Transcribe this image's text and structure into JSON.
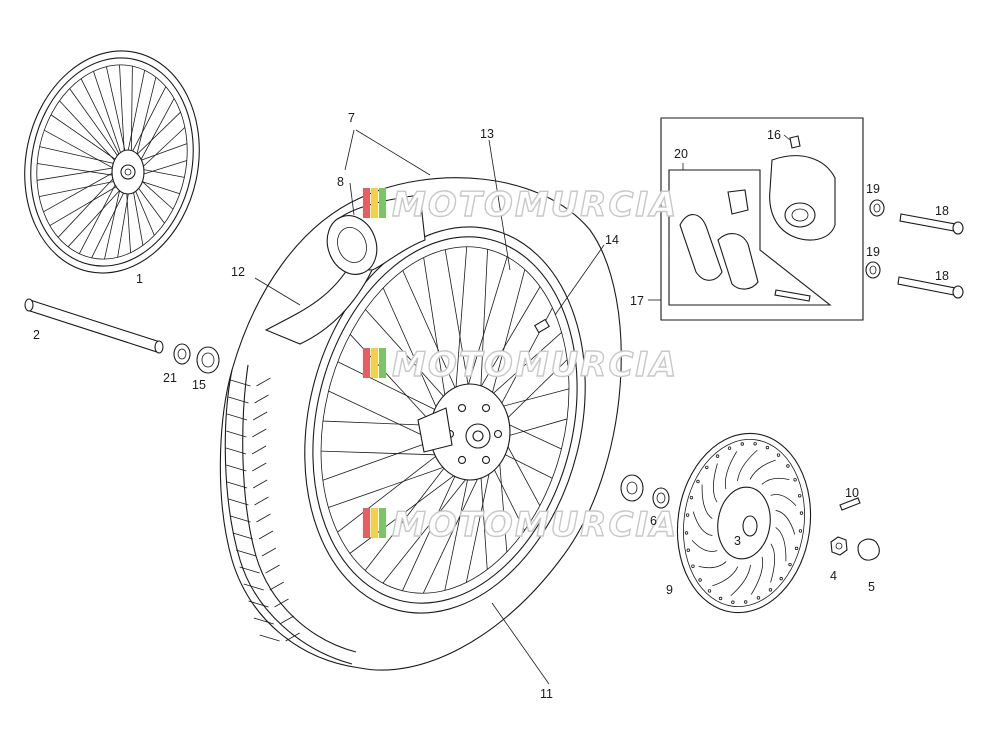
{
  "diagram": {
    "part_labels": [
      "1",
      "2",
      "3",
      "4",
      "5",
      "6",
      "7",
      "8",
      "9",
      "10",
      "11",
      "12",
      "13",
      "14",
      "15",
      "16",
      "17",
      "18",
      "18",
      "19",
      "19",
      "20",
      "21"
    ],
    "watermark": "MOTOMURCIA",
    "colors": {
      "line": "#1a1a1a",
      "background": "#ffffff",
      "watermark_outline": "#c8c8c8",
      "watermark_stripes": [
        "#e85d5d",
        "#f2d04a",
        "#7cc46a"
      ]
    }
  }
}
